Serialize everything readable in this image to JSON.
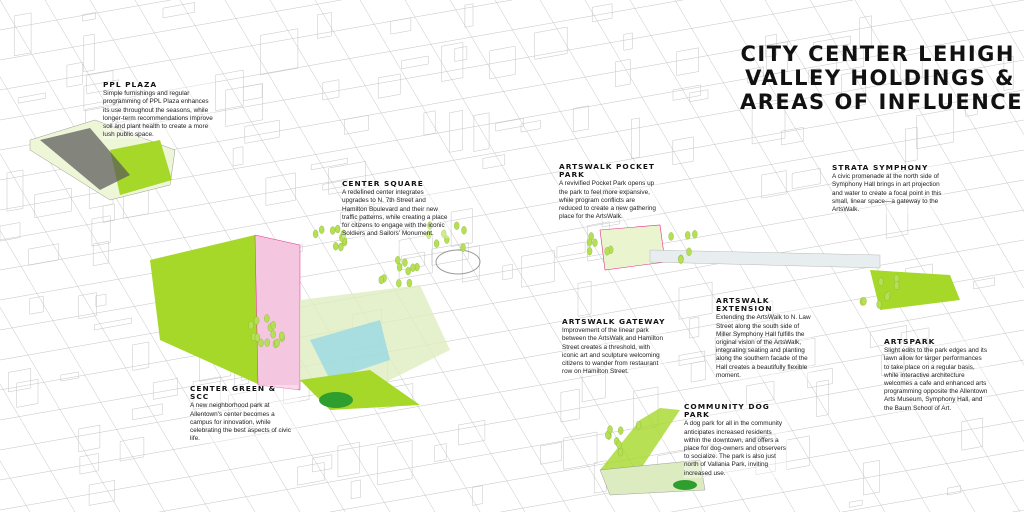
{
  "title": {
    "lines": [
      "CITY CENTER LEHIGH",
      "VALLEY HOLDINGS &",
      "AREAS OF INFLUENCE"
    ]
  },
  "colors": {
    "green": "#a6d82a",
    "dark_green": "#2e9e2e",
    "magenta": "#e0308a",
    "cyan": "#8fd6e8",
    "line": "#b8b8b8"
  },
  "notes": [
    {
      "id": "ppl-plaza",
      "heading": "PPL PLAZA",
      "text": "Simple furnishings and regular programming of PPL Plaza enhances its use throughout the seasons, while longer-term recommendations improve soil and plant health to create a more lush public space."
    },
    {
      "id": "center-square",
      "heading": "CENTER SQUARE",
      "text": "A redefined center integrates upgrades to N. 7th Street and Hamilton Boulevard and their new traffic patterns, while creating a place for citizens to engage with the iconic Soldiers and Sailors' Monument."
    },
    {
      "id": "center-green",
      "heading": "CENTER GREEN & SCC",
      "text": "A new neighborhood park at Allentown's center becomes a campus for innovation, while celebrating the best aspects of civic life."
    },
    {
      "id": "artswalk-pocket-park",
      "heading": "ARTSWALK POCKET PARK",
      "text": "A revivified Pocket Park opens up the park to feel more expansive, while program conflicts are reduced to create a new gathering place for the ArtsWalk."
    },
    {
      "id": "strata-symphony",
      "heading": "STRATA SYMPHONY",
      "text": "A civic promenade at the north side of Symphony Hall brings in art projection and water to create a focal point in this small, linear space—a gateway to the ArtsWalk."
    },
    {
      "id": "artswalk-gateway",
      "heading": "ARTSWALK GATEWAY",
      "text": "Improvement of the linear park between the ArtsWalk and Hamilton Street creates a threshold, with iconic art and sculpture welcoming citizens to wander from restaurant row on Hamilton Street."
    },
    {
      "id": "artswalk-extension",
      "heading": "ARTSWALK EXTENSION",
      "text": "Extending the ArtsWalk to N. Law Street along the south side of Miller Symphony Hall fulfills the original vision of the ArtsWalk, integrating seating and planting along the southern facade of the Hall creates a beautifully flexible moment."
    },
    {
      "id": "artspark",
      "heading": "ARTSPARK",
      "text": "Slight edits to the park edges and its lawn allow for larger performances to take place on a regular basis, while interactive architecture welcomes a cafe and enhanced arts programming opposite the Allentown Arts Museum, Symphony Hall, and the Baum School of Art."
    },
    {
      "id": "community-dog-park",
      "heading": "COMMUNITY DOG PARK",
      "text": "A dog park for all in the community anticipates increased residents within the downtown, and offers a place for dog-owners and observers to socialize. The park is also just north of Vallania Park, inviting increased use."
    }
  ]
}
